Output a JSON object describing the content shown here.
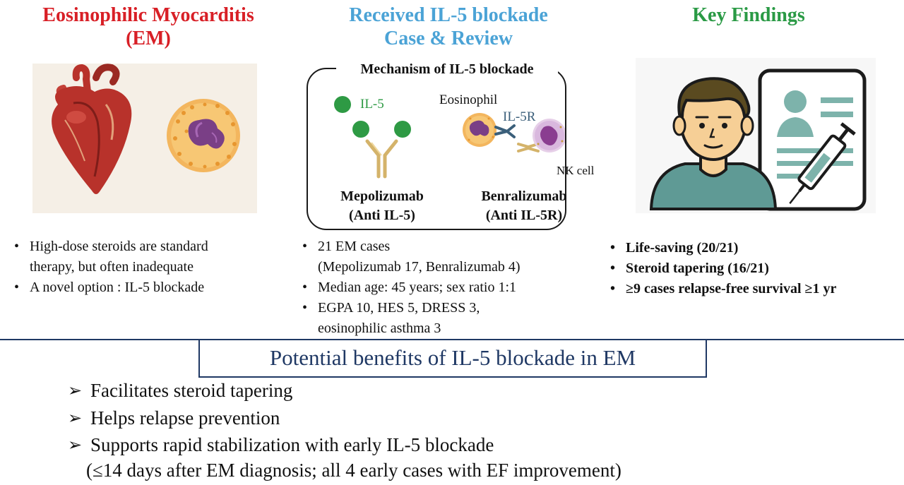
{
  "columns": {
    "left": {
      "title_line1": "Eosinophilic Myocarditis",
      "title_line2": "(EM)",
      "bullets": [
        {
          "line1": "High-dose steroids are standard",
          "line2": "therapy, but often inadequate"
        },
        {
          "line1": "A novel option : IL-5 blockade",
          "line2": ""
        }
      ]
    },
    "middle": {
      "title_line1": "Received IL-5 blockade",
      "title_line2": "Case & Review",
      "bullets": [
        {
          "line1": "21 EM cases",
          "line2": "(Mepolizumab 17, Benralizumab 4)"
        },
        {
          "line1": "Median age: 45 years; sex ratio 1:1",
          "line2": ""
        },
        {
          "line1": "EGPA 10, HES 5, DRESS 3,",
          "line2": "eosinophilic asthma 3"
        }
      ]
    },
    "right": {
      "title": "Key Findings",
      "bullets": [
        "Life-saving (20/21)",
        "Steroid tapering (16/21)",
        "≥9 cases relapse-free survival ≥1 yr"
      ]
    }
  },
  "mechanism": {
    "title": "Mechanism of IL-5 blockade",
    "il5_label": "IL-5",
    "eosinophil_label": "Eosinophil",
    "il5r_label": "IL-5R",
    "nk_label": "NK cell",
    "drug1_name": "Mepolizumab",
    "drug1_target": "(Anti IL-5)",
    "drug2_name": "Benralizumab",
    "drug2_target": "(Anti IL-5R)"
  },
  "benefits": {
    "title": "Potential benefits of IL-5 blockade in EM",
    "items": [
      "Facilitates steroid tapering",
      "Helps relapse prevention",
      "Supports rapid stabilization with early IL-5 blockade"
    ],
    "note": "(≤14 days after EM diagnosis;  all 4 early cases with EF improvement)"
  },
  "colors": {
    "title_red": "#d81f26",
    "title_blue": "#4ba3d6",
    "title_green": "#2a9a45",
    "navy": "#1f3864",
    "il5_green": "#2e9a44"
  },
  "icons": [
    "heart-illustration",
    "eosinophil-illustration",
    "antibody-icon",
    "nk-cell-icon",
    "patient-avatar-icon",
    "medical-record-icon",
    "syringe-icon"
  ]
}
